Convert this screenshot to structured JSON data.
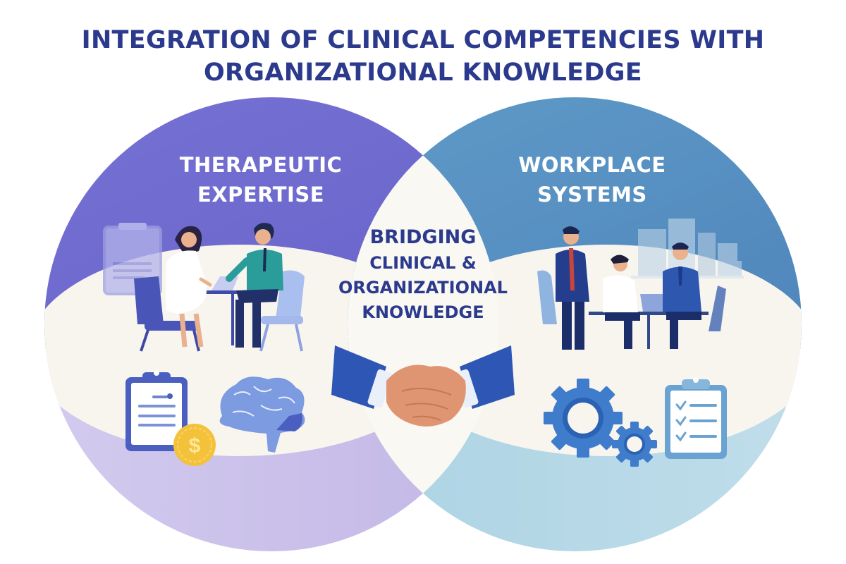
{
  "title": {
    "line1": "INTEGRATION OF CLINICAL COMPETENCIES WITH",
    "line2": "ORGANIZATIONAL KNOWLEDGE"
  },
  "left_circle": {
    "label_line1": "THERAPEUTIC",
    "label_line2": "EXPERTISE",
    "scene": "therapist-and-client-meeting",
    "icons": [
      "clipboard-icon",
      "coin-dollar-icon",
      "brain-icon"
    ],
    "coin_symbol": "$",
    "color": "#6b67cc"
  },
  "right_circle": {
    "label_line1": "WORKPLACE",
    "label_line2": "SYSTEMS",
    "scene": "office-team-meeting",
    "icons": [
      "gears-icon",
      "checklist-icon"
    ],
    "color": "#5b95c4"
  },
  "center": {
    "line1": "BRIDGING",
    "line2": "CLINICAL &",
    "line3": "ORGANIZATIONAL",
    "line4": "KNOWLEDGE",
    "icon": "handshake-icon"
  },
  "colors": {
    "title": "#2b3a8c",
    "left_fill": "#6b67cc",
    "right_fill": "#5b95c4",
    "cream": "#f8f5ef",
    "left_tint": "#c4b9e6",
    "right_tint": "#b3d4e2"
  }
}
